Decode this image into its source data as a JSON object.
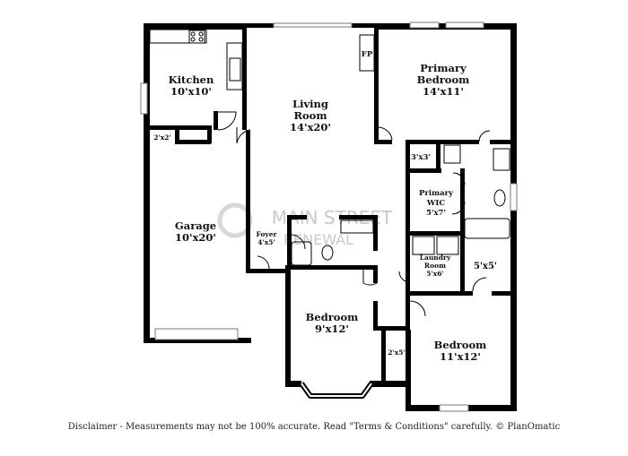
{
  "rooms": {
    "kitchen": {
      "name": "Kitchen",
      "size": "10'x10'"
    },
    "living_room": {
      "name_line1": "Living",
      "name_line2": "Room",
      "size": "14'x20'"
    },
    "primary_bedroom": {
      "name_line1": "Primary",
      "name_line2": "Bedroom",
      "size": "14'x11'"
    },
    "fireplace": {
      "label": "FP"
    },
    "garage": {
      "name": "Garage",
      "size": "10'x20'"
    },
    "closet_2x2": {
      "size": "2'x2'"
    },
    "foyer": {
      "name": "Foyer",
      "size": "4'x5'"
    },
    "bath_3x3": {
      "size": "3'x3'"
    },
    "primary_wic": {
      "name_line1": "Primary",
      "name_line2": "WIC",
      "size": "5'x7'"
    },
    "laundry": {
      "name_line1": "Laundry",
      "name_line2": "Room",
      "size": "5'x6'"
    },
    "bath_5x5": {
      "size": "5'x5'"
    },
    "bedroom_front": {
      "name": "Bedroom",
      "size": "9'x12'"
    },
    "closet_2x5": {
      "size": "2'x5'"
    },
    "bedroom_rear": {
      "name": "Bedroom",
      "size": "11'x12'"
    }
  },
  "watermark": {
    "line1": "MAIN STREET",
    "line2": "RENEWAL"
  },
  "disclaimer": "Disclaimer - Measurements may not be 100% accurate. Read \"Terms & Conditions\" carefully. © PlanOmatic"
}
